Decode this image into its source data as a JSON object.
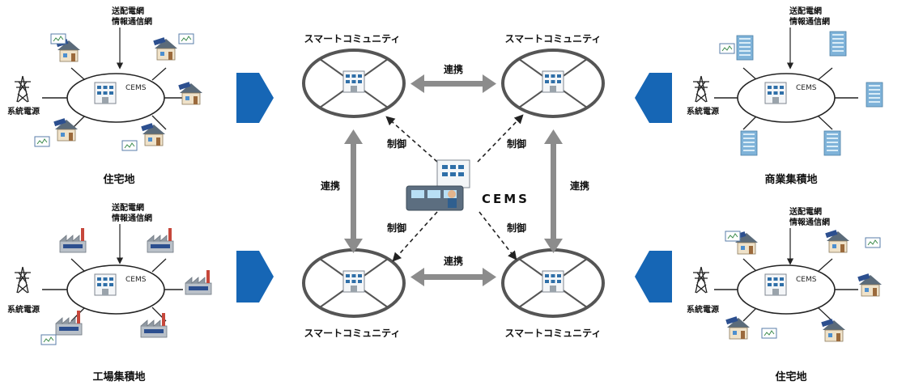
{
  "clusters": {
    "top_left": {
      "caption": "住宅地",
      "network_label": [
        "送配電網",
        "情報通信網"
      ],
      "power_label": "系統電源",
      "hub_label": "CEMS"
    },
    "bottom_left": {
      "caption": "工場集積地",
      "network_label": [
        "送配電網",
        "情報通信網"
      ],
      "power_label": "系統電源",
      "hub_label": "CEMS"
    },
    "top_right": {
      "caption": "商業集積地",
      "network_label": [
        "送配電網",
        "情報通信網"
      ],
      "power_label": "系統電源",
      "hub_label": "CEMS"
    },
    "bottom_right": {
      "caption": "住宅地",
      "network_label": [
        "送配電網",
        "情報通信網"
      ],
      "power_label": "系統電源",
      "hub_label": "CEMS"
    }
  },
  "communities": {
    "top_left": {
      "label": "スマートコミュニティ"
    },
    "top_right": {
      "label": "スマートコミュニティ"
    },
    "bottom_left": {
      "label": "スマートコミュニティ"
    },
    "bottom_right": {
      "label": "スマートコミュニティ"
    }
  },
  "links": {
    "cooperation_label": "連携",
    "control_label": "制御"
  },
  "center": {
    "label": "CEMS"
  },
  "colors": {
    "accent_arrow": "#1666B5",
    "link_arrow": "#8C8C8C",
    "line": "#333333"
  }
}
